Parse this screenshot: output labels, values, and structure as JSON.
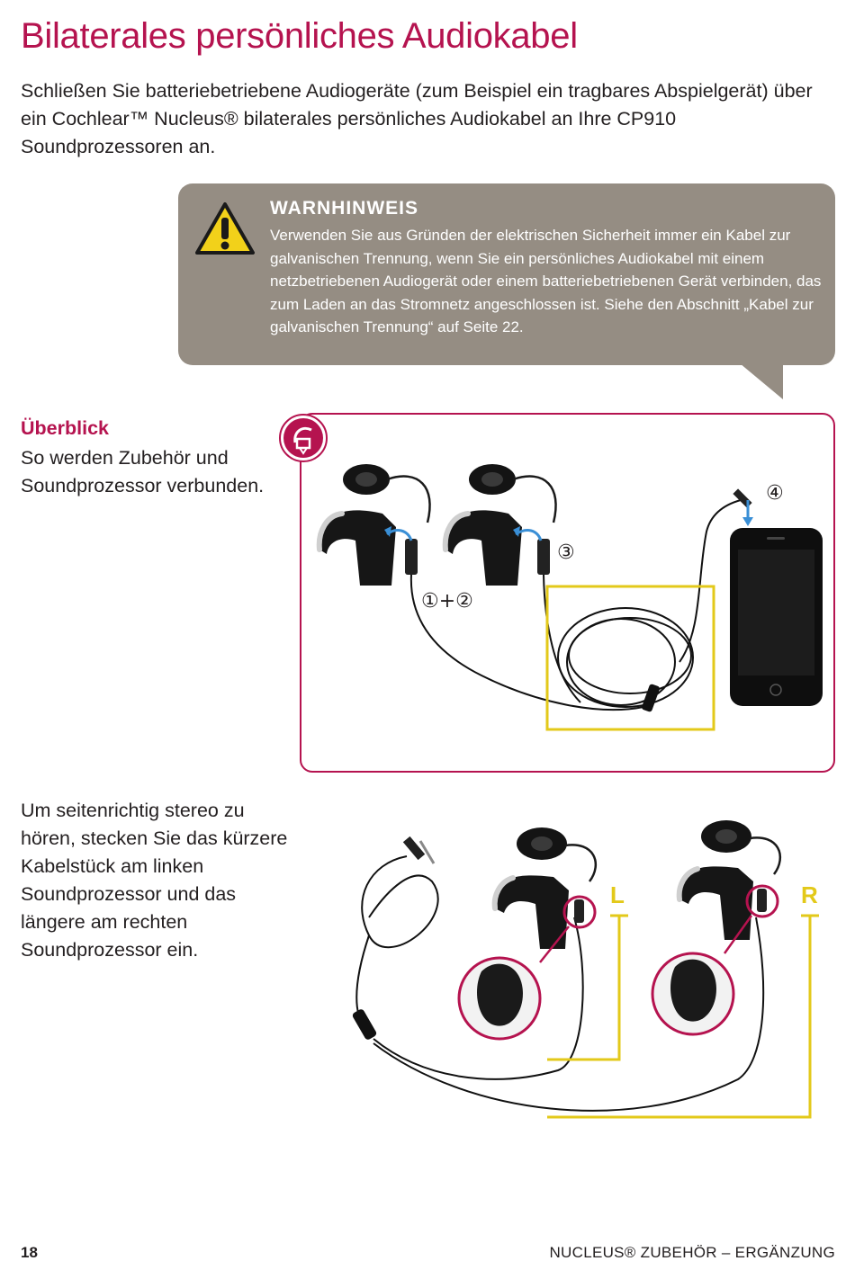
{
  "header": {
    "title": "Bilaterales persönliches Audiokabel"
  },
  "intro": {
    "text": "Schließen Sie batteriebetriebene Audiogeräte (zum Beispiel ein tragbares Abspielgerät) über ein Cochlear™ Nucleus® bilaterales persönliches Audiokabel an Ihre CP910 Soundprozessoren an."
  },
  "warning": {
    "title": "WARNHINWEIS",
    "text": "Verwenden Sie aus Gründen der elektrischen Sicherheit immer ein Kabel zur galvanischen Trennung, wenn Sie ein persönliches Audiokabel mit einem netzbetriebenen Audiogerät oder einem batteriebetriebenen Gerät verbinden, das zum Laden an das Stromnetz angeschlossen ist. Siehe den Abschnitt „Kabel zur galvanischen Trennung“ auf Seite 22.",
    "icon": "warning-triangle-icon"
  },
  "overview": {
    "title": "Überblick",
    "text": "So werden Zubehör und Soundprozessor verbunden."
  },
  "diagram": {
    "step_labels": [
      "①+②",
      "③",
      "④"
    ],
    "badge_icon": "accessory-connection-icon",
    "accent_color": "#b5134f",
    "highlight_color": "#e3c91a",
    "arrow_color": "#3a8fd6"
  },
  "stereo": {
    "text": "Um seitenrichtig stereo zu hören, stecken Sie das kürzere Kabelstück am linken Soundprozessor und das längere am rechten Soundprozessor ein.",
    "left_label": "L",
    "right_label": "R"
  },
  "footer": {
    "page_number": "18",
    "title": "NUCLEUS® ZUBEHÖR – ERGÄNZUNG"
  }
}
